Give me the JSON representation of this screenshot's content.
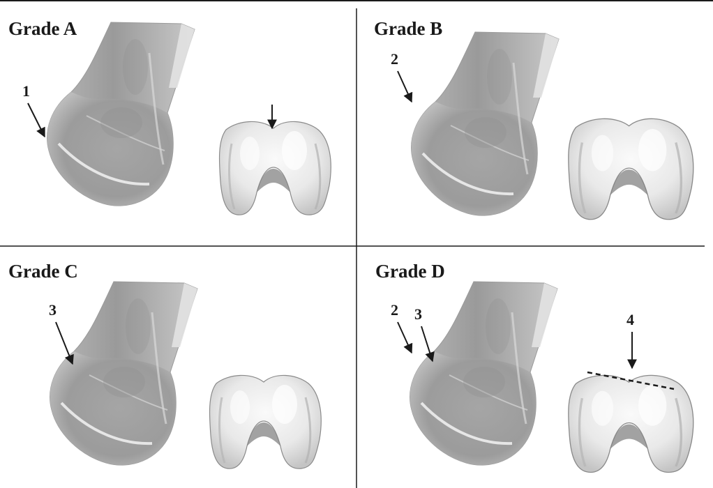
{
  "panels": [
    {
      "title": "Grade A",
      "labels": [
        "1"
      ]
    },
    {
      "title": "Grade B",
      "labels": [
        "2"
      ]
    },
    {
      "title": "Grade C",
      "labels": [
        "3"
      ]
    },
    {
      "title": "Grade D",
      "labels": [
        "2",
        "3",
        "4"
      ]
    }
  ],
  "colors": {
    "line": "#1a1a1a",
    "bone_dark": "#8c8c8c",
    "bone_mid": "#a9a9a9",
    "bone_light": "#e6e6e6",
    "bone_highlight": "#f7f7f7"
  }
}
